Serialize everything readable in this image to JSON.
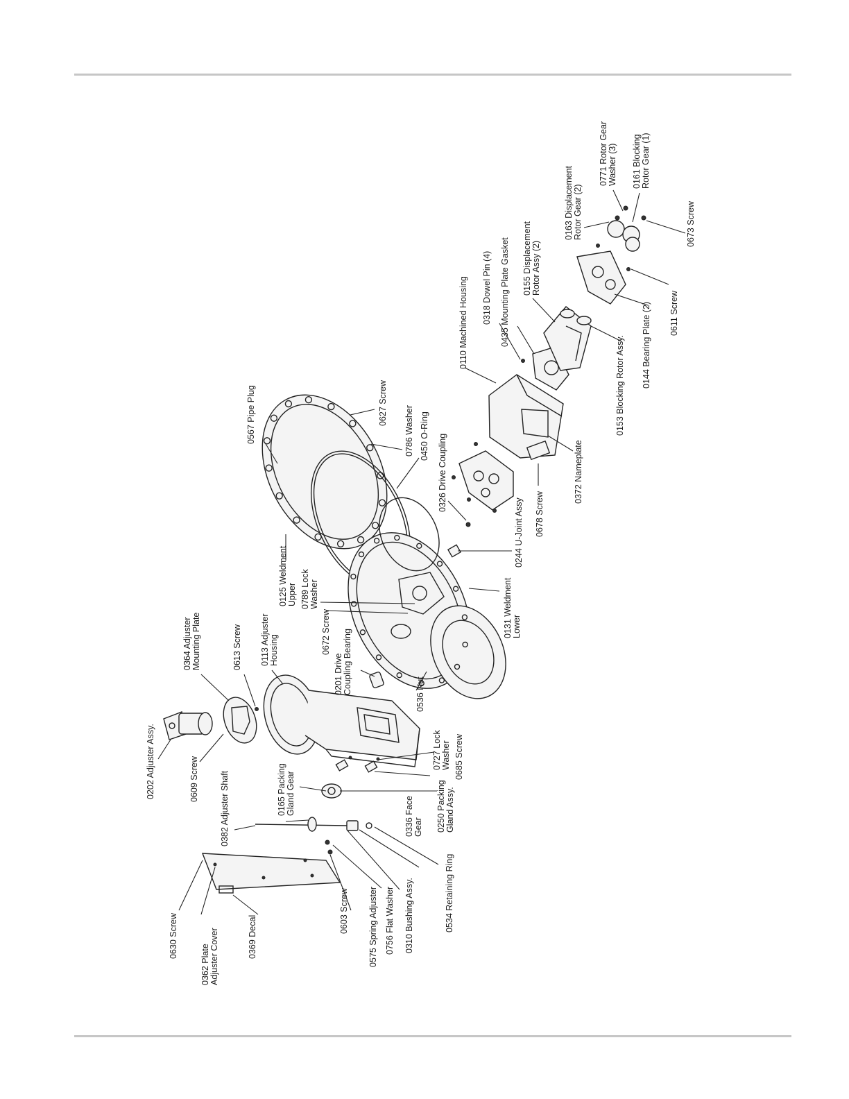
{
  "callouts": [
    {
      "id": "c0202",
      "text": [
        "0202 Adjuster Assy."
      ]
    },
    {
      "id": "c0609",
      "text": [
        "0609 Screw"
      ]
    },
    {
      "id": "c0364",
      "text": [
        "0364 Adjuster",
        "Mounting Plate"
      ]
    },
    {
      "id": "c0613",
      "text": [
        "0613 Screw"
      ]
    },
    {
      "id": "c0113",
      "text": [
        "0113 Adjuster",
        "Housing"
      ]
    },
    {
      "id": "c0165",
      "text": [
        "0165 Packing",
        "Gland Gear"
      ]
    },
    {
      "id": "c0382",
      "text": [
        "0382 Adjuster Shaft"
      ]
    },
    {
      "id": "c0630",
      "text": [
        "0630 Screw"
      ]
    },
    {
      "id": "c0362",
      "text": [
        "0362 Plate",
        "Adjuster Cover"
      ]
    },
    {
      "id": "c0369",
      "text": [
        "0369 Decal"
      ]
    },
    {
      "id": "c0603",
      "text": [
        "0603 Screw"
      ]
    },
    {
      "id": "c0575",
      "text": [
        "0575 Spring Adjuster"
      ]
    },
    {
      "id": "c0756",
      "text": [
        "0756 Flat Washer"
      ]
    },
    {
      "id": "c0310",
      "text": [
        "0310 Bushing Assy."
      ]
    },
    {
      "id": "c0534",
      "text": [
        "0534 Retaining Ring"
      ]
    },
    {
      "id": "c0336",
      "text": [
        "0336 Face",
        "Gear"
      ]
    },
    {
      "id": "c0250",
      "text": [
        "0250 Packing",
        "Gland Assy."
      ]
    },
    {
      "id": "c0685",
      "text": [
        "0685 Screw"
      ]
    },
    {
      "id": "c0727",
      "text": [
        "0727 Lock",
        "Washer"
      ]
    },
    {
      "id": "c0536",
      "text": [
        "0536 Nut"
      ]
    },
    {
      "id": "c0201",
      "text": [
        "0201 Drive",
        "Coupling Bearing"
      ]
    },
    {
      "id": "c0672",
      "text": [
        "0672 Screw"
      ]
    },
    {
      "id": "c0789",
      "text": [
        "0789 Lock",
        "Washer"
      ]
    },
    {
      "id": "c0125",
      "text": [
        "0125 Weldment",
        "Upper"
      ]
    },
    {
      "id": "c0567",
      "text": [
        "0567 Pipe Plug"
      ]
    },
    {
      "id": "c0627",
      "text": [
        "0627 Screw"
      ]
    },
    {
      "id": "c0786",
      "text": [
        "0786 Washer"
      ]
    },
    {
      "id": "c0450",
      "text": [
        "0450 O-Ring"
      ]
    },
    {
      "id": "c0326",
      "text": [
        "0326 Drive Coupling"
      ]
    },
    {
      "id": "c0244",
      "text": [
        "0244 U-Joint Assy"
      ]
    },
    {
      "id": "c0131",
      "text": [
        "0131 Weldment",
        "Lower"
      ]
    },
    {
      "id": "c0678",
      "text": [
        "0678 Screw"
      ]
    },
    {
      "id": "c0372",
      "text": [
        "0372 Nameplate"
      ]
    },
    {
      "id": "c0110",
      "text": [
        "0110 Machined Housing"
      ]
    },
    {
      "id": "c0318",
      "text": [
        "0318 Dowel Pin (4)"
      ]
    },
    {
      "id": "c0435",
      "text": [
        "0435 Mounting Plate Gasket"
      ]
    },
    {
      "id": "c0155",
      "text": [
        "0155 Displacement",
        "Rotor Assy (2)"
      ]
    },
    {
      "id": "c0153",
      "text": [
        "0153 Blocking Rotor Assy."
      ]
    },
    {
      "id": "c0144",
      "text": [
        "0144 Bearing Plate (2)"
      ]
    },
    {
      "id": "c0611",
      "text": [
        "0611 Screw"
      ]
    },
    {
      "id": "c0163",
      "text": [
        "0163 Displacement",
        "Rotor Gear (2)"
      ]
    },
    {
      "id": "c0771",
      "text": [
        "0771 Rotor Gear",
        "Washer (3)"
      ]
    },
    {
      "id": "c0161",
      "text": [
        "0161 Blocking",
        "Rotor Gear (1)"
      ]
    },
    {
      "id": "c0673",
      "text": [
        "0673 Screw"
      ]
    }
  ]
}
